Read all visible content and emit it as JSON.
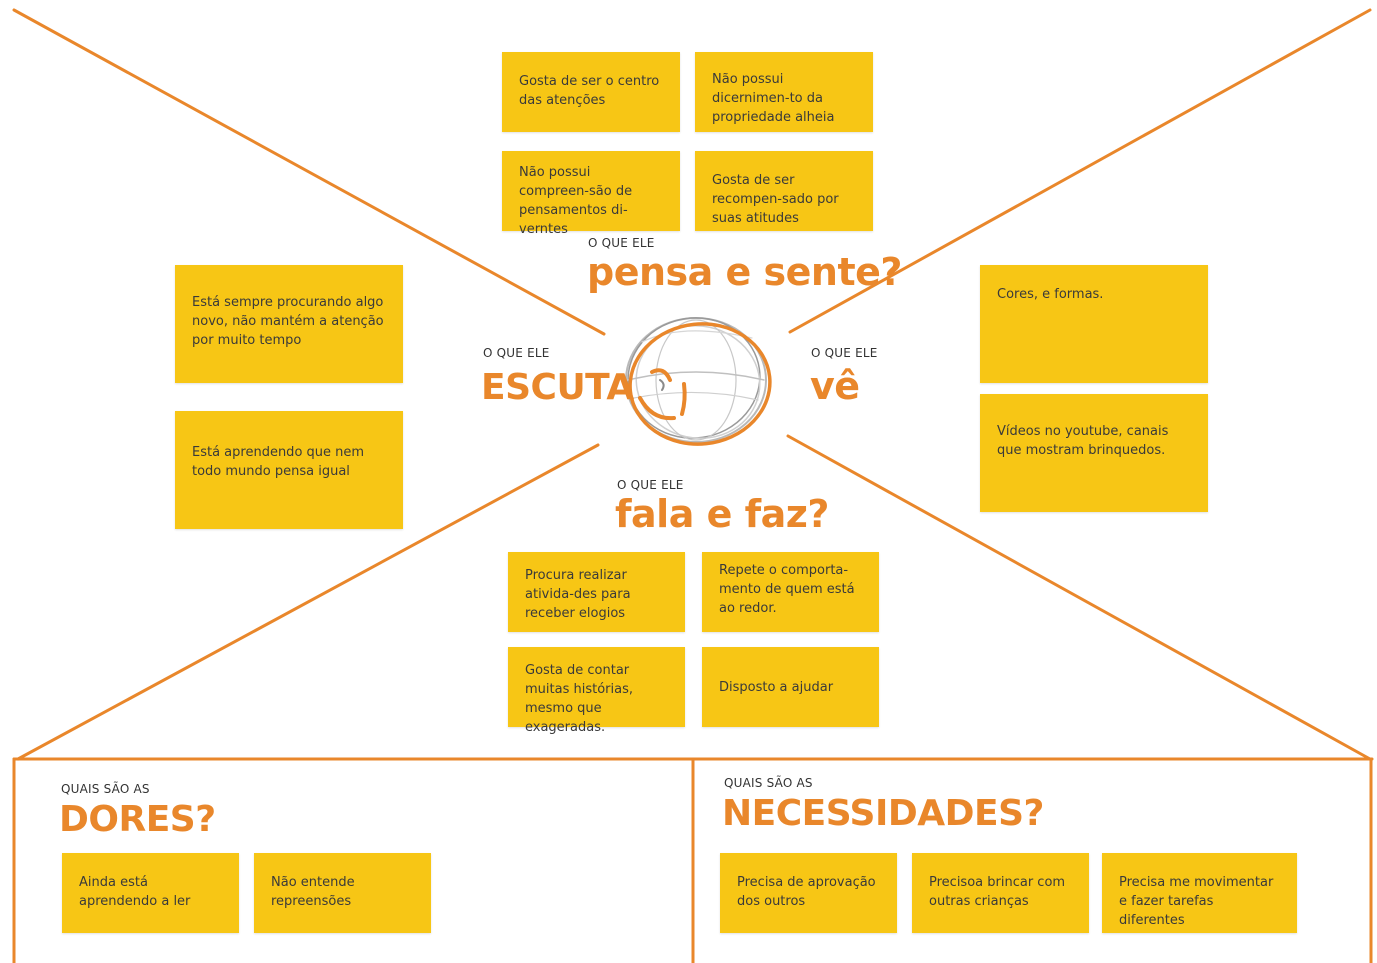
{
  "colors": {
    "accent": "#e9872b",
    "note": "#f7c615",
    "line": "#e9872b"
  },
  "think_feel": {
    "label_small": "O QUE ELE",
    "label_big": "pensa e sente?",
    "notes": [
      "Gosta de ser o centro das atenções",
      "Não possui dicernimen-to da propriedade alheia",
      "Não possui compreen-são de pensamentos di-verntes",
      "Gosta de ser recompen-sado por suas atitudes"
    ]
  },
  "hear": {
    "label_small": "O QUE ELE",
    "label_big": "escuta",
    "notes": [
      "Está sempre procurando algo novo, não mantém a atenção por muito tempo",
      "Está aprendendo que nem todo mundo pensa igual"
    ]
  },
  "see": {
    "label_small": "O QUE ELE",
    "label_big": "vê",
    "notes": [
      "Cores, e formas.",
      "Vídeos no youtube, canais que mostram brinquedos."
    ]
  },
  "say_do": {
    "label_small": "O QUE ELE",
    "label_big": "fala e faz?",
    "notes": [
      "Procura realizar ativida-des para receber elogios",
      "Repete o comporta-mento de quem está ao redor.",
      "Gosta de contar muitas histórias, mesmo que exageradas.",
      "Disposto a ajudar"
    ]
  },
  "pains": {
    "label_small": "QUAIS SÃO AS",
    "label_big": "dores?",
    "notes": [
      "Ainda está aprendendo a ler",
      "Não entende repreensões"
    ]
  },
  "needs": {
    "label_small": "QUAIS SÃO AS",
    "label_big": "necessidades?",
    "notes": [
      "Precisa de aprovação dos outros",
      "Precisoa brincar com outras crianças",
      "Precisa me movimentar e fazer tarefas diferentes"
    ]
  }
}
